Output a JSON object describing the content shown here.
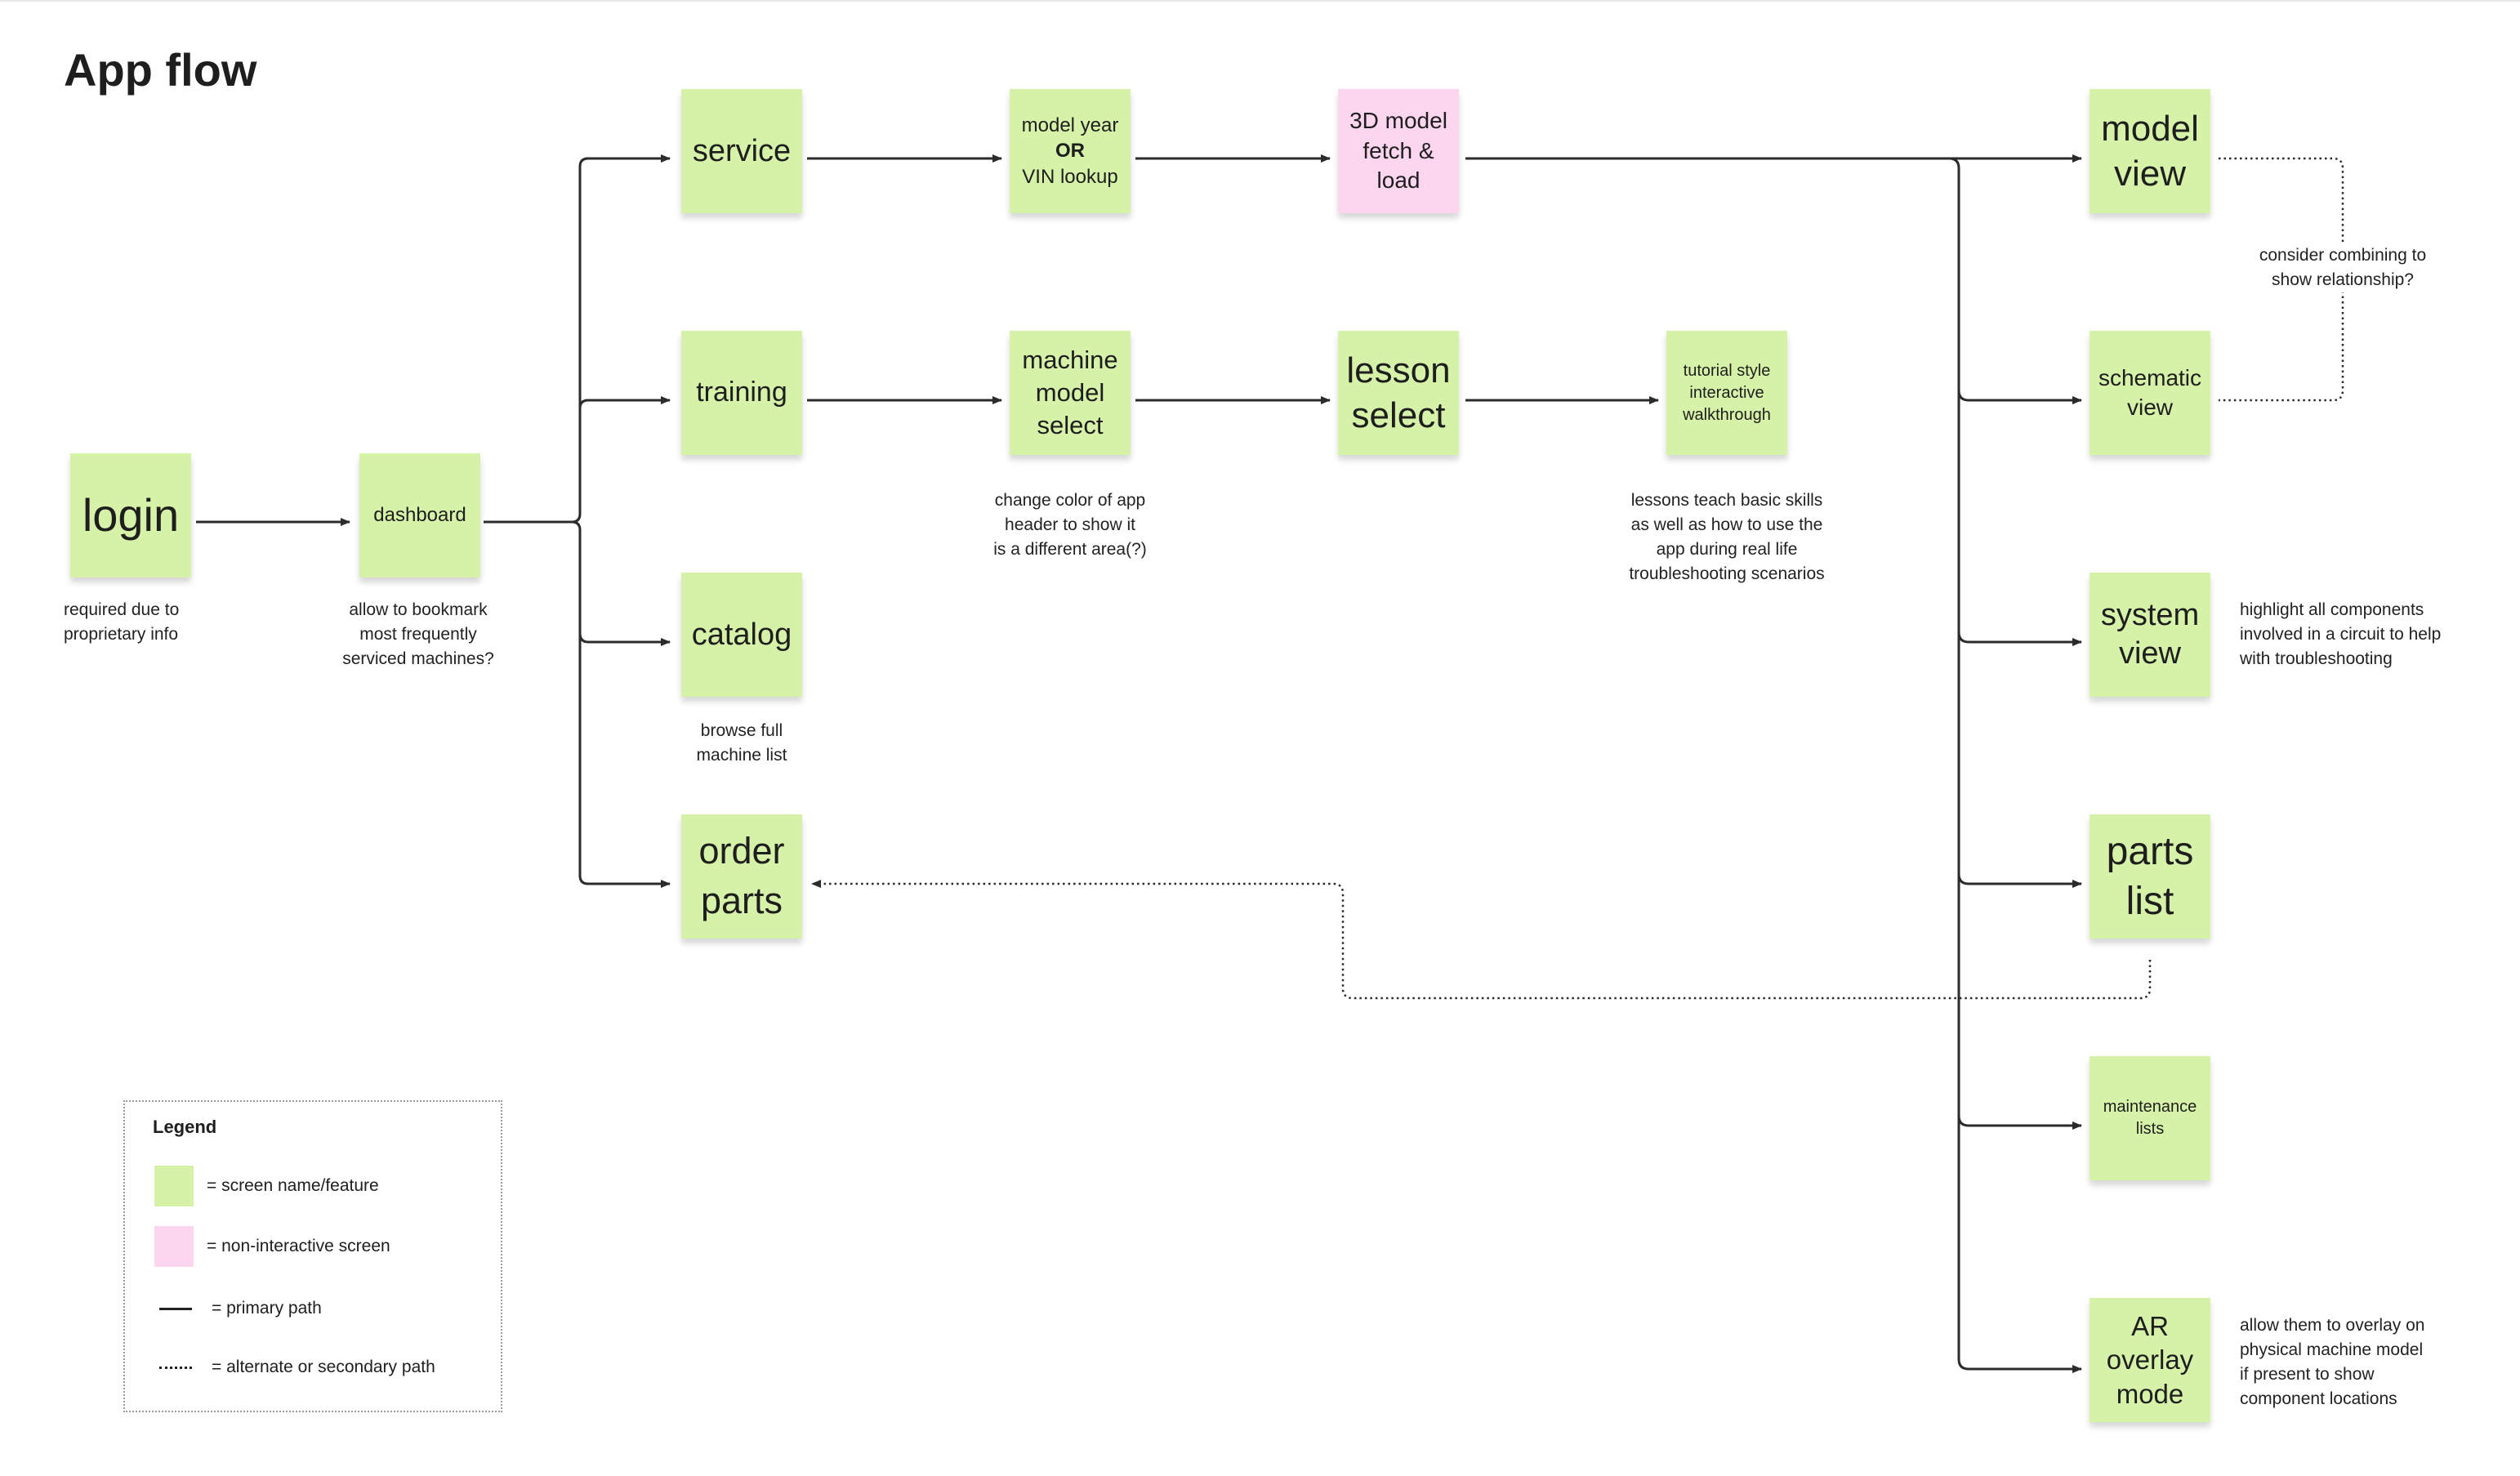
{
  "title": "App flow",
  "colors": {
    "screen": "#d6f2a8",
    "non_interactive": "#fcd5ef",
    "line": "#2b2b2b"
  },
  "nodes": {
    "login": {
      "lines": [
        "login"
      ],
      "type": "screen"
    },
    "dashboard": {
      "lines": [
        "dashboard"
      ],
      "type": "screen"
    },
    "service": {
      "lines": [
        "service"
      ],
      "type": "screen"
    },
    "training": {
      "lines": [
        "training"
      ],
      "type": "screen"
    },
    "catalog": {
      "lines": [
        "catalog"
      ],
      "type": "screen"
    },
    "order_parts": {
      "lines": [
        "order",
        "parts"
      ],
      "type": "screen"
    },
    "model_year_lookup": {
      "lines": [
        "model year",
        "OR",
        "VIN lookup"
      ],
      "type": "screen"
    },
    "machine_model_select": {
      "lines": [
        "machine",
        "model",
        "select"
      ],
      "type": "screen"
    },
    "model_fetch_load": {
      "lines": [
        "3D model",
        "fetch &",
        "load"
      ],
      "type": "non-interactive"
    },
    "lesson_select": {
      "lines": [
        "lesson",
        "select"
      ],
      "type": "screen"
    },
    "tutorial_walkthrough": {
      "lines": [
        "tutorial style",
        "interactive",
        "walkthrough"
      ],
      "type": "screen"
    },
    "model_view": {
      "lines": [
        "model",
        "view"
      ],
      "type": "screen"
    },
    "schematic_view": {
      "lines": [
        "schematic",
        "view"
      ],
      "type": "screen"
    },
    "system_view": {
      "lines": [
        "system",
        "view"
      ],
      "type": "screen"
    },
    "parts_list": {
      "lines": [
        "parts",
        "list"
      ],
      "type": "screen"
    },
    "maintenance_lists": {
      "lines": [
        "maintenance",
        "lists"
      ],
      "type": "screen"
    },
    "ar_overlay_mode": {
      "lines": [
        "AR",
        "overlay",
        "mode"
      ],
      "type": "screen"
    }
  },
  "notes": {
    "login": [
      "required due to",
      "proprietary info"
    ],
    "dashboard": [
      "allow to bookmark",
      "most frequently",
      "serviced machines?"
    ],
    "catalog": [
      "browse full",
      "machine list"
    ],
    "machine_model_select": [
      "change color of app",
      "header to show it",
      "is a different area(?)"
    ],
    "tutorial": [
      "lessons teach basic skills",
      "as well as how to use the",
      "app during real life",
      "troubleshooting scenarios"
    ],
    "combine": [
      "consider combining to",
      "show relationship?"
    ],
    "system_view": [
      "highlight all components",
      "involved in a circuit to help",
      "with troubleshooting"
    ],
    "ar_overlay": [
      "allow them to overlay on",
      "physical machine model",
      "if present to show",
      "component locations"
    ]
  },
  "legend": {
    "title": "Legend",
    "items": [
      {
        "label": "=  screen name/feature",
        "swatch": "green"
      },
      {
        "label": "=  non-interactive screen",
        "swatch": "pink"
      },
      {
        "label": "=  primary path",
        "swatch": "solid-line"
      },
      {
        "label": "=  alternate or secondary path",
        "swatch": "dotted-line"
      }
    ]
  },
  "edges": [
    {
      "from": "login",
      "to": "dashboard",
      "style": "solid"
    },
    {
      "from": "dashboard",
      "to": "service",
      "style": "solid"
    },
    {
      "from": "dashboard",
      "to": "training",
      "style": "solid"
    },
    {
      "from": "dashboard",
      "to": "catalog",
      "style": "solid"
    },
    {
      "from": "dashboard",
      "to": "order_parts",
      "style": "solid"
    },
    {
      "from": "service",
      "to": "model_year_lookup",
      "style": "solid"
    },
    {
      "from": "model_year_lookup",
      "to": "model_fetch_load",
      "style": "solid"
    },
    {
      "from": "training",
      "to": "machine_model_select",
      "style": "solid"
    },
    {
      "from": "machine_model_select",
      "to": "lesson_select",
      "style": "solid"
    },
    {
      "from": "lesson_select",
      "to": "tutorial_walkthrough",
      "style": "solid"
    },
    {
      "from": "model_fetch_load",
      "to": "model_view",
      "style": "solid"
    },
    {
      "from": "model_fetch_load",
      "to": "schematic_view",
      "style": "solid"
    },
    {
      "from": "model_fetch_load",
      "to": "system_view",
      "style": "solid"
    },
    {
      "from": "model_fetch_load",
      "to": "parts_list",
      "style": "solid"
    },
    {
      "from": "model_fetch_load",
      "to": "maintenance_lists",
      "style": "solid"
    },
    {
      "from": "model_fetch_load",
      "to": "ar_overlay_mode",
      "style": "solid"
    },
    {
      "from": "parts_list",
      "to": "order_parts",
      "style": "dotted"
    },
    {
      "from": "model_view",
      "to": "schematic_view",
      "style": "dotted"
    }
  ]
}
